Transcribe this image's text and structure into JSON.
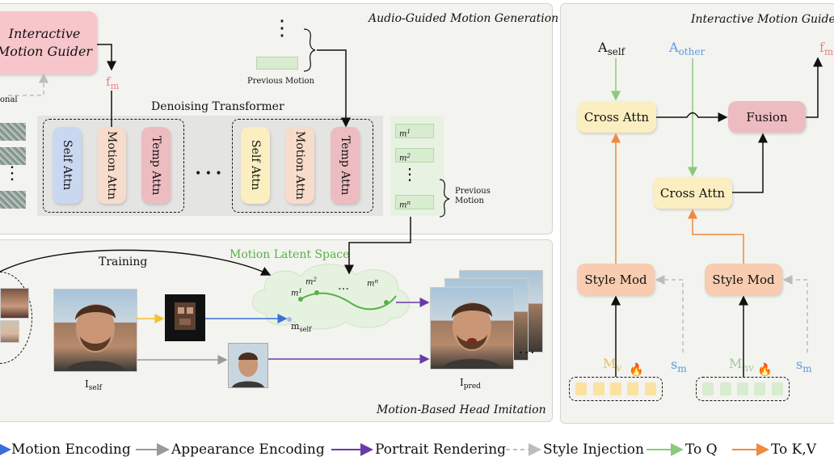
{
  "panels": {
    "audio_title": "Audio-Guided Motion Generation",
    "head_title": "Motion-Based Head Imitation",
    "interactive_title": "Interactive Motion Guider"
  },
  "top": {
    "guider_label_line1": "Interactive",
    "guider_label_line2": "Motion Guider",
    "fm": "f",
    "fm_sub": "m",
    "conditional_fragment": "onal",
    "previous_motion": "Previous Motion",
    "dots_vertical": "⋮",
    "transformer_title": "Denoising Transformer",
    "blocks_left": [
      "Self Attn",
      "Motion Attn",
      "Temp Attn"
    ],
    "blocks_right": [
      "Self Attn",
      "Motion Attn",
      "Temp Attn"
    ],
    "ellipsis": "• • •",
    "motion_tokens": [
      {
        "base": "m",
        "sup": "1"
      },
      {
        "base": "m",
        "sup": "2"
      },
      {
        "base": "m",
        "sup": "n"
      }
    ],
    "previous_motion_side_line1": "Previous",
    "previous_motion_side_line2": "Motion"
  },
  "bottom": {
    "training": "Training",
    "latent_space": "Motion Latent Space",
    "latent_points": [
      {
        "base": "m",
        "sup": "1"
      },
      {
        "base": "m",
        "sup": "2"
      },
      {
        "base": "m",
        "sup": "n"
      }
    ],
    "latent_dots": "…",
    "m_self": "m",
    "m_self_sub": "self",
    "i_self": "I",
    "i_self_sub": "self",
    "i_pred": "I",
    "i_pred_sub": "pred"
  },
  "right": {
    "a_self": "A",
    "a_self_sub": "self",
    "a_other": "A",
    "a_other_sub": "other",
    "f_out": "f",
    "f_out_sub": "m",
    "cross_attn_1": "Cross Attn",
    "cross_attn_2": "Cross Attn",
    "fusion": "Fusion",
    "style_mod_1": "Style Mod",
    "style_mod_2": "Style Mod",
    "mv": "M",
    "mv_sub": "v",
    "mnv": "M",
    "mnv_sub": "nv",
    "sm1": "s",
    "sm1_sub": "m",
    "sm2": "s",
    "sm2_sub": "m",
    "flame": "🔥"
  },
  "legend": {
    "items": [
      "Motion Encoding",
      "Appearance Encoding",
      "Portrait Rendering",
      "Style Injection",
      "To Q",
      "To K,V"
    ]
  },
  "colors": {
    "motion_encoding": "#3a6fd8",
    "appearance_encoding": "#9a9a9a",
    "portrait_rendering": "#6a3aa8",
    "style_injection": "#bdbdbd",
    "to_q": "#8cc97a",
    "to_kv": "#f08a3c",
    "fm_pink": "#e9828c",
    "a_other_blue": "#5b9be0",
    "latent_green": "#59b04a"
  }
}
